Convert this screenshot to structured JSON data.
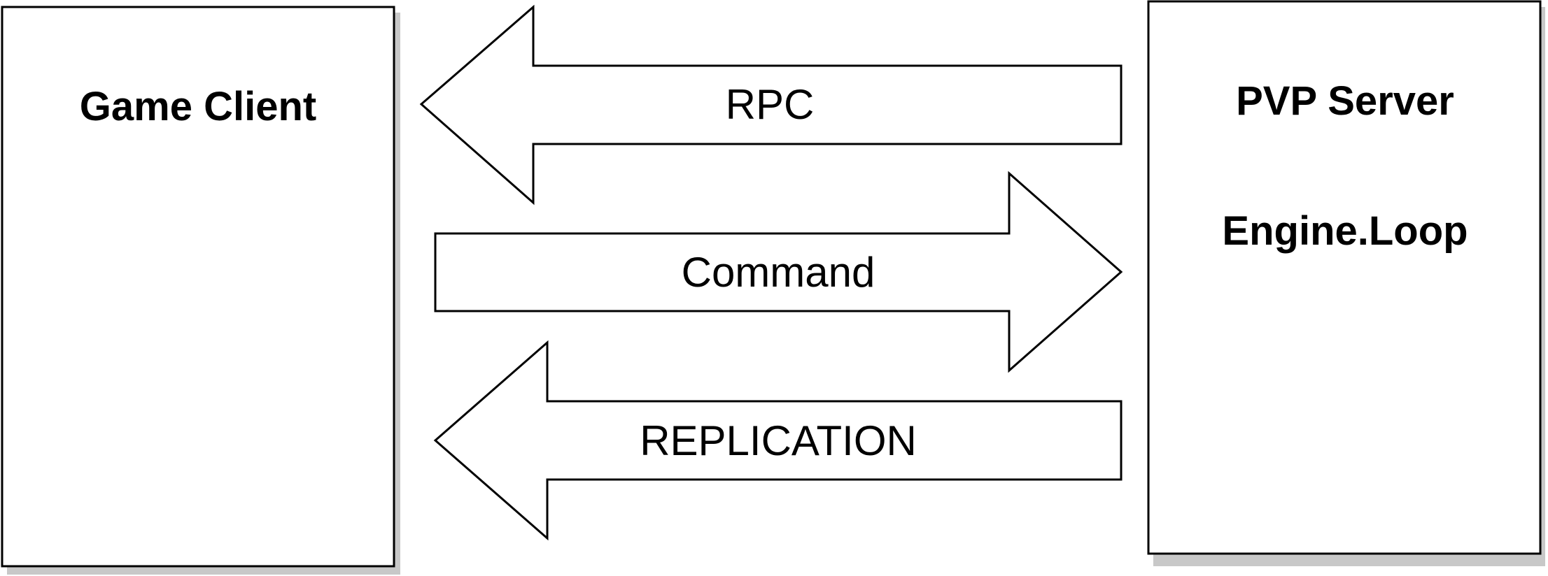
{
  "nodes": {
    "client": {
      "title": "Game Client"
    },
    "server": {
      "title": "PVP Server",
      "subtitle": "Engine.Loop"
    }
  },
  "arrows": {
    "rpc": {
      "label": "RPC",
      "direction": "server-to-client"
    },
    "command": {
      "label": "Command",
      "direction": "client-to-server"
    },
    "replication": {
      "label": "REPLICATION",
      "direction": "server-to-client"
    }
  },
  "colors": {
    "stroke": "#000000",
    "fill": "#ffffff",
    "shadow": "#c8c8c8"
  }
}
